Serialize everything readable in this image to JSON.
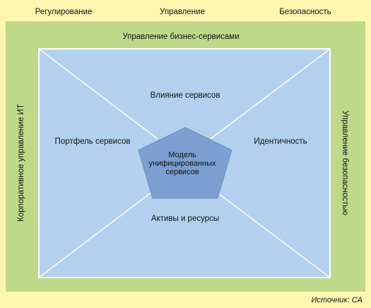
{
  "colors": {
    "page_background": "#fff7b0",
    "outer_frame": "#bfd98a",
    "inner_panel": "#b3d1ee",
    "lines": "#ffffff",
    "pentagon": "#7a9fd0",
    "pentagon_border": "#6b8fc4"
  },
  "top_labels": {
    "left": "Регулирование",
    "center": "Управление",
    "right": "Безопасность"
  },
  "frame_labels": {
    "top": "Управление бизнес-сервисами",
    "left": "Корпоративное управление ИТ",
    "right": "Управление безопасностью"
  },
  "panel_labels": {
    "top": "Влияние сервисов",
    "left": "Портфель сервисов",
    "right": "Идентичность",
    "bottom": "Активы и ресурсы"
  },
  "core_label": {
    "line1": "Модель",
    "line2": "унифицированных",
    "line3": "сервисов"
  },
  "source": "Источник: CA"
}
